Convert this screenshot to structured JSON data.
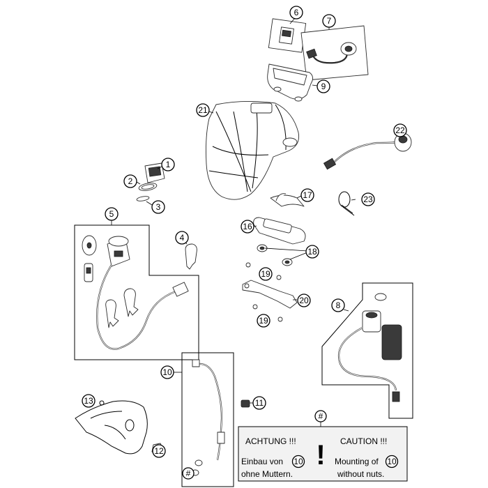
{
  "callouts": {
    "c1": "1",
    "c2": "2",
    "c3": "3",
    "c4": "4",
    "c5": "5",
    "c6": "6",
    "c7": "7",
    "c8": "8",
    "c9": "9",
    "c10": "10",
    "c11": "11",
    "c12": "12",
    "c13": "13",
    "c16": "16",
    "c17": "17",
    "c18": "18",
    "c19a": "19",
    "c19b": "19",
    "c20": "20",
    "c21": "21",
    "c22": "22",
    "c23": "23",
    "c_hash_top": "#",
    "c_hash_bottom": "#"
  },
  "note": {
    "left_title": "ACHTUNG !!!",
    "left_line1": "Einbau von",
    "left_ref": "10",
    "left_line2": "ohne Muttern.",
    "right_title": "CAUTION !!!",
    "right_line1": "Mounting of",
    "right_ref": "10",
    "right_line2": "without nuts.",
    "exclamation": "!"
  }
}
